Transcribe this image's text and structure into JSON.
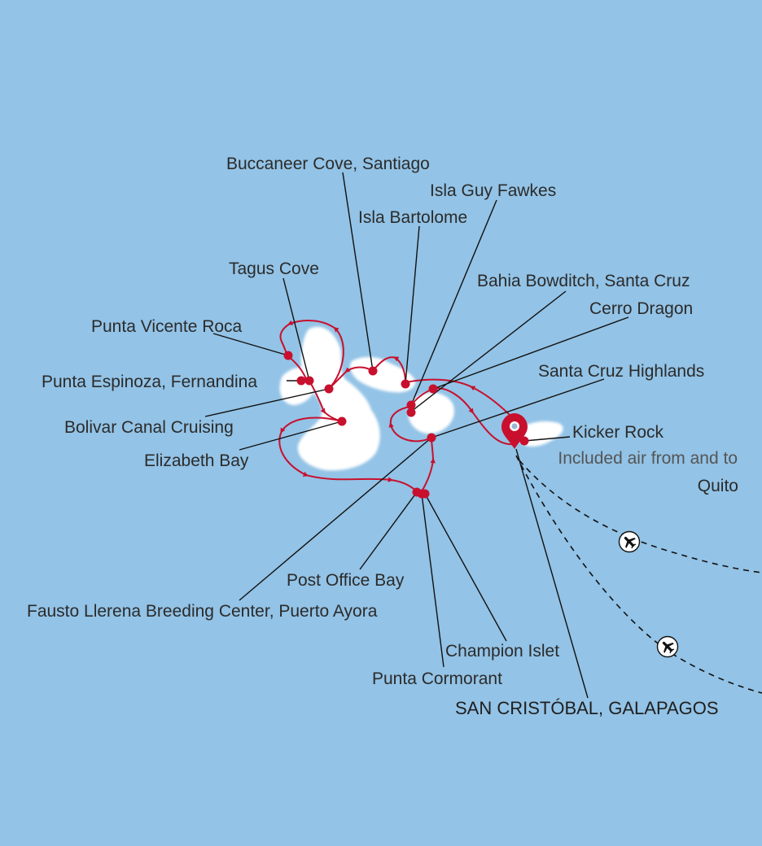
{
  "map": {
    "colors": {
      "ocean": "#93c3e6",
      "land": "#ffffff",
      "route": "#c8102e",
      "leader_line": "#111111",
      "label_text": "#2b2b2b",
      "note_text": "#555555"
    },
    "labels": {
      "buccaneer_cove": "Buccaneer Cove, Santiago",
      "isla_guy_fawkes": "Isla Guy Fawkes",
      "isla_bartolome": "Isla Bartolome",
      "tagus_cove": "Tagus Cove",
      "bahia_bowditch": "Bahia Bowditch, Santa Cruz",
      "cerro_dragon": "Cerro Dragon",
      "punta_vicente_roca": "Punta Vicente Roca",
      "santa_cruz_highlands": "Santa Cruz Highlands",
      "punta_espinoza": "Punta Espinoza, Fernandina",
      "kicker_rock": "Kicker Rock",
      "bolivar_canal": "Bolivar Canal Cruising",
      "elizabeth_bay": "Elizabeth Bay",
      "post_office_bay": "Post Office Bay",
      "fausto_llerena": "Fausto Llerena Breeding Center, Puerto Ayora",
      "champion_islet": "Champion Islet",
      "punta_cormorant": "Punta Cormorant",
      "san_cristobal": "SAN CRISTÓBAL, GALAPAGOS"
    },
    "air_note": {
      "line1": "Included air from and to",
      "line2": "Quito"
    },
    "icons": {
      "port_marker": "map-pin-icon",
      "flight": "airplane-icon"
    }
  }
}
